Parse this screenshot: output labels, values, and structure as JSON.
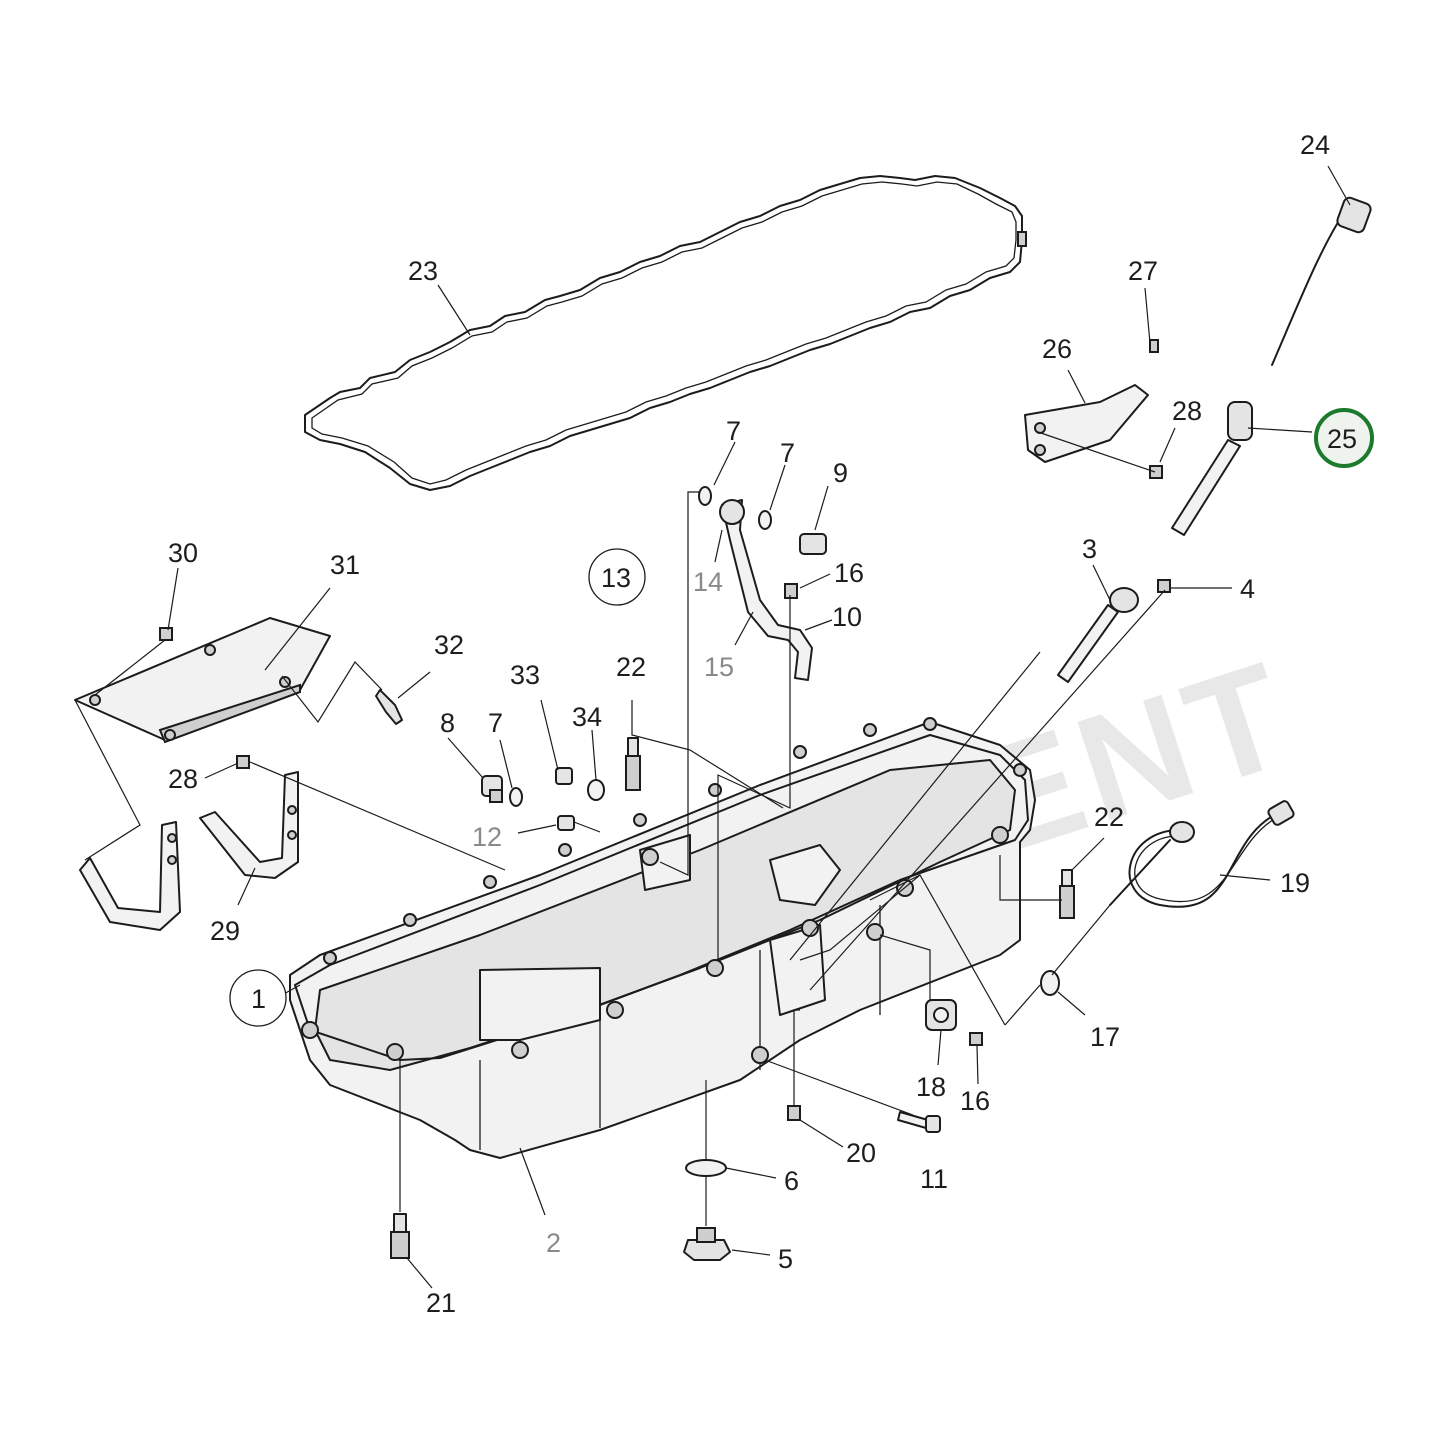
{
  "diagram": {
    "watermark": "EVO PENT",
    "highlight_color": "#1b7a2c",
    "highlighted_callout": "25",
    "callouts": {
      "c1": "1",
      "c2": "2",
      "c3": "3",
      "c4": "4",
      "c5": "5",
      "c6": "6",
      "c7a": "7",
      "c7b": "7",
      "c7c": "7",
      "c8": "8",
      "c9": "9",
      "c10": "10",
      "c11": "11",
      "c12": "12",
      "c13": "13",
      "c14": "14",
      "c15": "15",
      "c16a": "16",
      "c16b": "16",
      "c17": "17",
      "c18": "18",
      "c19": "19",
      "c20": "20",
      "c21": "21",
      "c22a": "22",
      "c22b": "22",
      "c23": "23",
      "c24": "24",
      "c25": "25",
      "c26": "26",
      "c27": "27",
      "c28a": "28",
      "c28b": "28",
      "c29": "29",
      "c30": "30",
      "c31": "31",
      "c32": "32",
      "c33": "33",
      "c34": "34"
    }
  }
}
